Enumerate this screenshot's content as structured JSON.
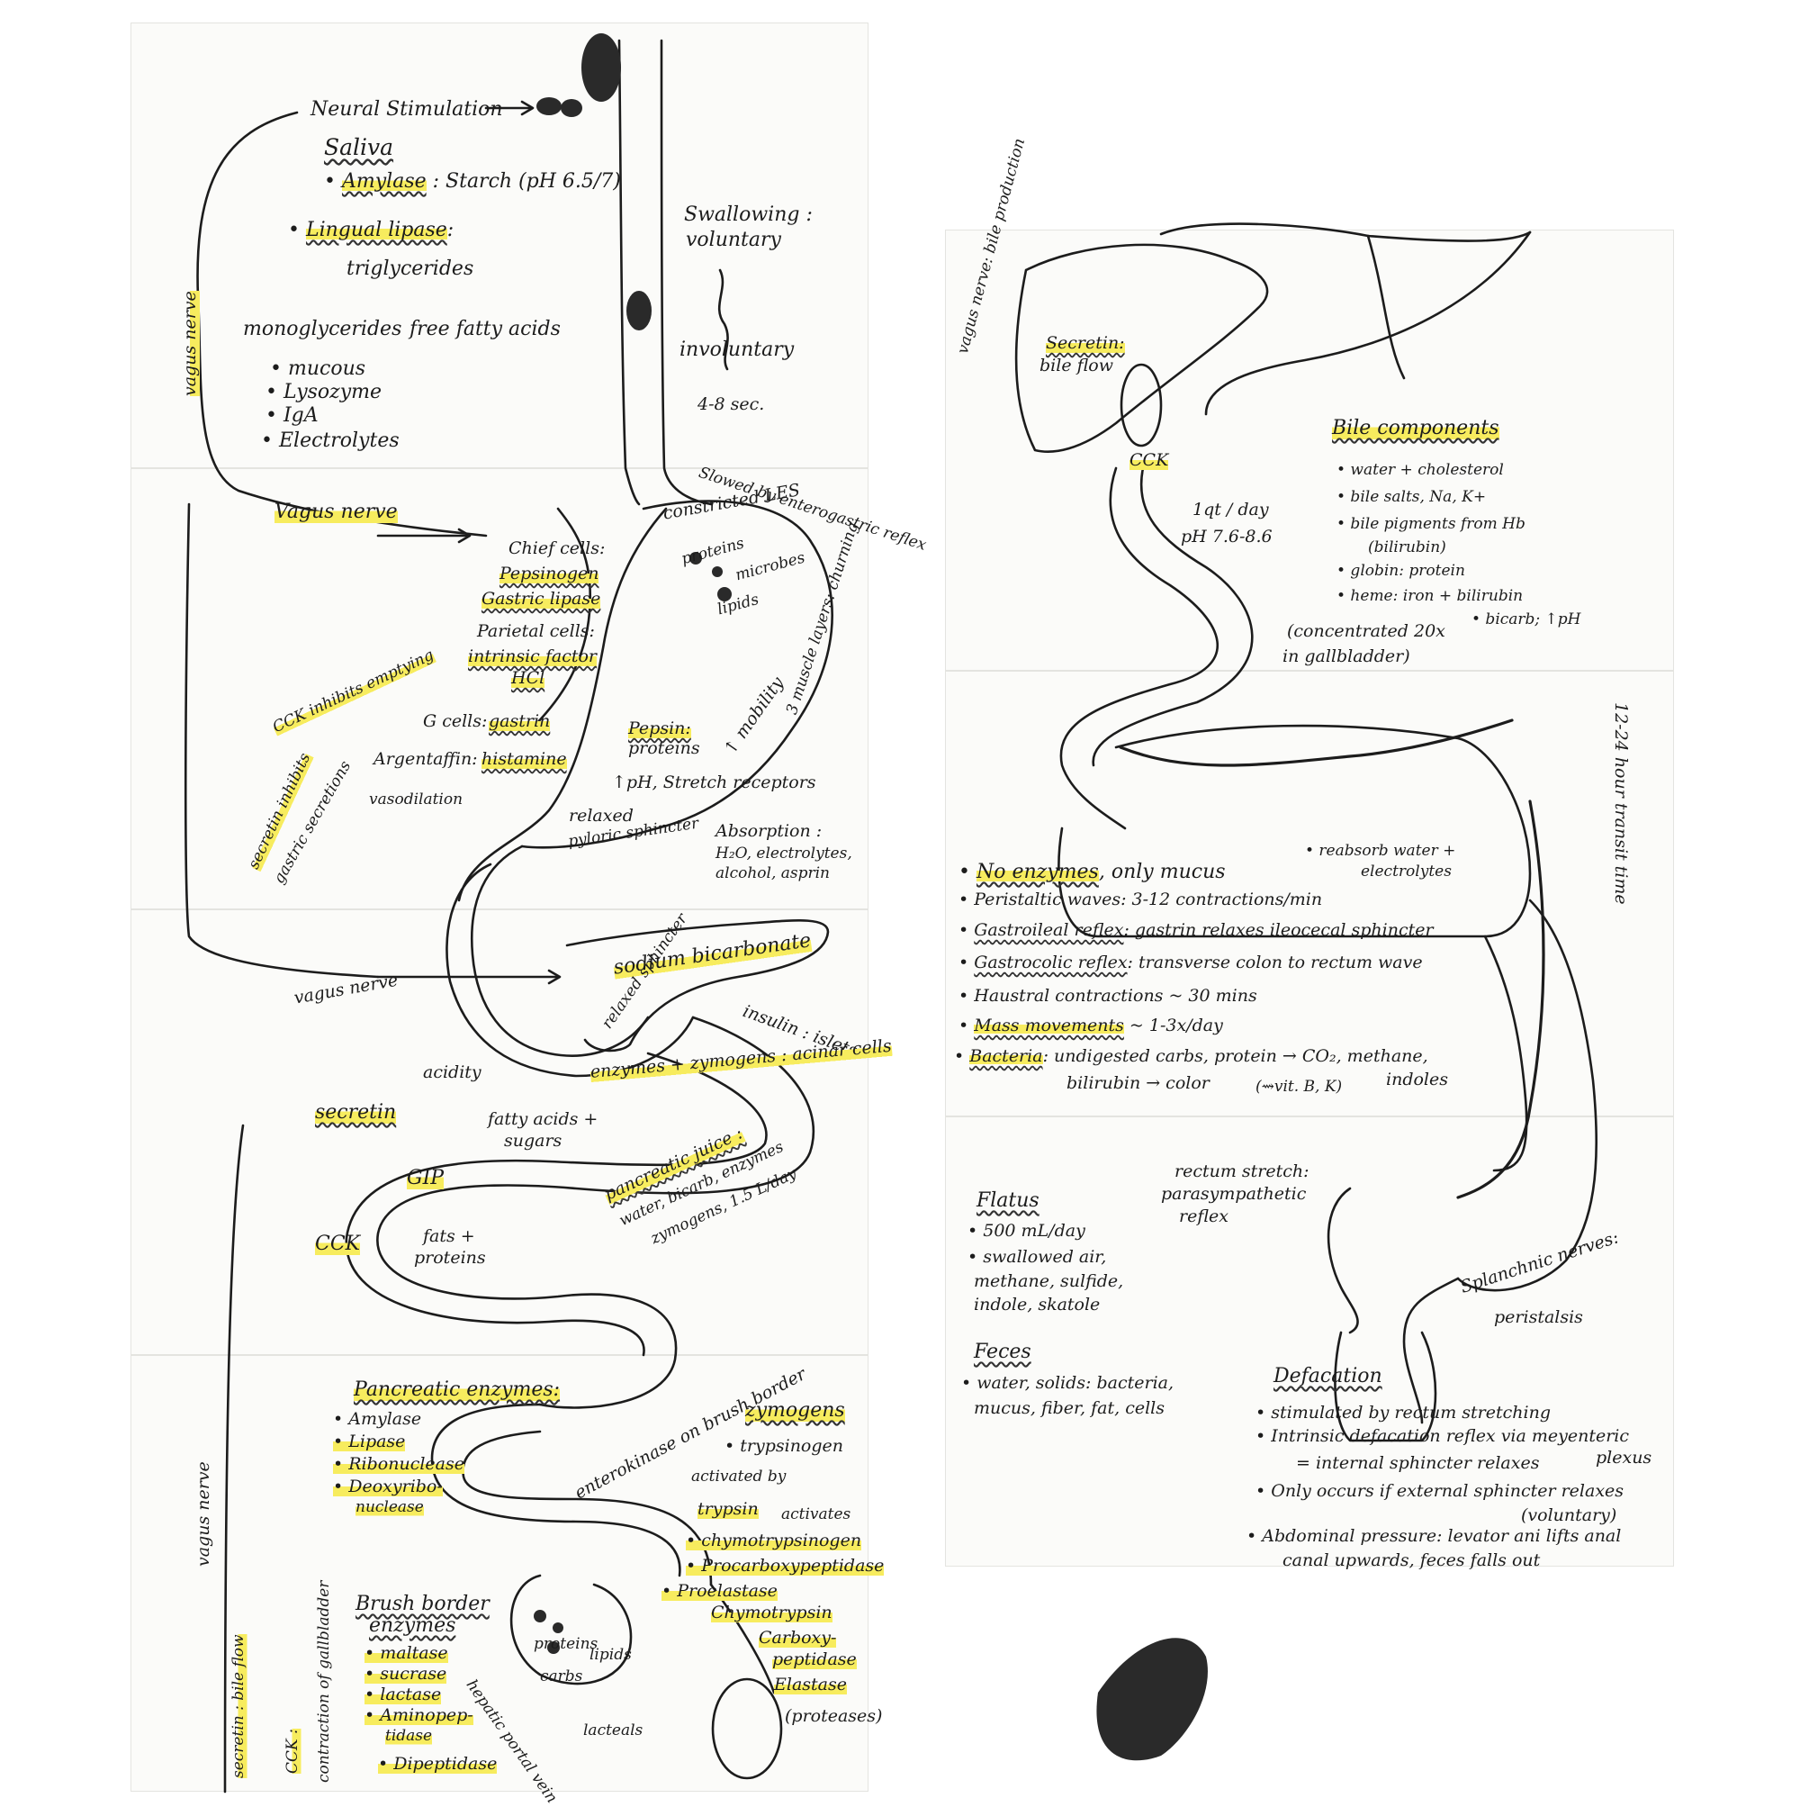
{
  "colors": {
    "ink": "#1c1c1c",
    "highlight": "#f7ec5e",
    "paper": "#fbfbf9"
  },
  "panels": [
    {
      "id": "mouth",
      "labels": {
        "neural": "Neural Stimulation",
        "saliva": "Saliva",
        "amylase": "Amylase",
        "amylase_rest": ": Starch (pH 6.5/7)",
        "lingual": "Lingual lipase",
        "colon": ":",
        "triglycerides": "triglycerides",
        "mono": "monoglycerides",
        "ffa": "free fatty acids",
        "mucous": "• mucous",
        "lysozyme": "• Lysozyme",
        "iga": "• IgA",
        "electrolytes": "• Electrolytes",
        "vagus": "vagus nerve",
        "swallowing": "Swallowing :",
        "voluntary": "voluntary",
        "involuntary": "involuntary",
        "time": "4-8 sec."
      }
    },
    {
      "id": "stomach",
      "labels": {
        "vagus": "Vagus nerve",
        "slowed": "Slowed by enterogastric reflex",
        "les": "constricted LES",
        "chief": "Chief cells:",
        "pepsinogen": "Pepsinogen",
        "gastric_lipase": "Gastric lipase",
        "proteins": "proteins",
        "microbes": "microbes",
        "lipids": "lipids",
        "parietal": "Parietal cells:",
        "intrinsic": "intrinsic factor",
        "hcl": "HCl",
        "muscle": "3 muscle layers: churning",
        "mobility": "↑ mobility",
        "cck_inhibits": "CCK inhibits emptying",
        "gcells": "G cells:",
        "gastrin": "gastrin",
        "pepsin": "Pepsin:",
        "pepsin_proteins": "proteins",
        "argentaffin": "Argentaffin:",
        "histamine": "histamine",
        "ph": "↑pH, Stretch receptors",
        "vasodilation": "vasodilation",
        "relaxed": "relaxed",
        "pyloric": "pyloric sphincter",
        "secretin_inhibits": "secretin inhibits",
        "gastric_secretions": "gastric secretions",
        "absorption": "Absorption :",
        "absorption_items": "H₂O, electrolytes,",
        "absorption_items2": "alcohol, asprin"
      }
    },
    {
      "id": "pancreas",
      "labels": {
        "vagus": "vagus nerve",
        "bicarb": "sodium bicarbonate",
        "relaxed": "relaxed sphincter",
        "insulin": "insulin : islets",
        "acidity": "acidity",
        "enzymes": "enzymes + zymogens : acinar cells",
        "secretin": "secretin",
        "fatty": "fatty acids +",
        "sugars": "sugars",
        "juice": "pancreatic juice :",
        "juice_items": "water, bicarb, enzymes",
        "juice_items2": "zymogens, 1.5 L/day",
        "gip": "GIP",
        "cck": "CCK",
        "fats": "fats +",
        "fats2": "proteins"
      }
    },
    {
      "id": "small_intestine",
      "labels": {
        "vagus": "vagus nerve",
        "secretin_bile": "secretin : bile flow",
        "pancreatic_enzymes": "Pancreatic enzymes:",
        "pe_items": [
          "• Amylase",
          "• Lipase",
          "• Ribonuclease",
          "• Deoxyribo-",
          "nuclease"
        ],
        "enterokinase": "enterokinase on brush border",
        "zymogens": "zymogens",
        "trypsinogen": "• trypsinogen",
        "activated": "activated by",
        "trypsin": "trypsin",
        "activates": "activates",
        "z_items": [
          "• chymotrypsinogen",
          "• Procarboxypeptidase",
          "• Proelastase"
        ],
        "chymotrypsin": "Chymotrypsin",
        "carboxy": "Carboxy-",
        "peptidase": "peptidase",
        "elastase": "Elastase",
        "proteases": "(proteases)",
        "brush": "Brush border",
        "brush2": "enzymes",
        "bb_items": [
          "• maltase",
          "• sucrase",
          "• lactase",
          "• Aminopep-",
          "tidase",
          "• Dipeptidase"
        ],
        "proteins": "proteins",
        "lipids": "lipids",
        "carbs": "carbs",
        "hepatic": "hepatic portal vein",
        "lacteals": "lacteals",
        "cck": "CCK :",
        "contraction": "contraction of gallbladder"
      }
    },
    {
      "id": "liver",
      "labels": {
        "vagus": "vagus nerve: bile production",
        "secretin": "Secretin:",
        "bile_flow": "bile flow",
        "cck": "CCK",
        "qt": "1qt / day",
        "ph": "pH 7.6-8.6",
        "bile_components": "Bile components",
        "bc_items": [
          "• water + cholesterol",
          "• bile salts, Na, K+",
          "• bile pigments from Hb",
          "(bilirubin)",
          "• globin: protein",
          "• heme: iron + bilirubin",
          "• bicarb; ↑pH"
        ],
        "concentrated": "(concentrated 20x",
        "concentrated2": "in gallbladder)"
      }
    },
    {
      "id": "large_intestine",
      "labels": {
        "transit": "12-24 hour transit time",
        "reabsorb": "• reabsorb water +",
        "reabsorb2": "electrolytes",
        "bullets": [
          [
            "No enzymes",
            ", only mucus"
          ],
          [
            "",
            "Peristaltic waves: 3-12 contractions/min"
          ],
          [
            "Gastroileal reflex",
            ": gastrin relaxes ileocecal sphincter"
          ],
          [
            "Gastrocolic reflex",
            ": transverse colon to rectum wave"
          ],
          [
            "",
            "Haustral contractions ~ 30 mins"
          ],
          [
            "Mass movements",
            " ~ 1-3x/day"
          ],
          [
            "Bacteria",
            ": undigested carbs, protein → CO₂, methane,"
          ]
        ],
        "bacteria2": "bilirubin → color",
        "vit": "(⇝vit. B, K)",
        "indoles": "indoles"
      }
    },
    {
      "id": "rectum",
      "labels": {
        "stretch": "rectum stretch:",
        "stretch2": "parasympathetic",
        "stretch3": "reflex",
        "flatus": "Flatus",
        "flatus_items": [
          "• 500 mL/day",
          "• swallowed air,",
          "methane, sulfide,",
          "indole, skatole"
        ],
        "feces": "Feces",
        "feces_items": [
          "• water, solids: bacteria,",
          "mucus, fiber, fat, cells"
        ],
        "splanchnic": "Splanchnic nerves:",
        "peristalsis": "peristalsis",
        "defecation": "Defacation",
        "def_items": [
          "• stimulated by rectum stretching",
          "• Intrinsic defacation reflex via meyenteric",
          "plexus",
          "= internal sphincter relaxes",
          "• Only occurs if external sphincter relaxes",
          "(voluntary)",
          "• Abdominal pressure: levator ani lifts anal",
          "canal upwards, feces falls out"
        ]
      }
    }
  ]
}
